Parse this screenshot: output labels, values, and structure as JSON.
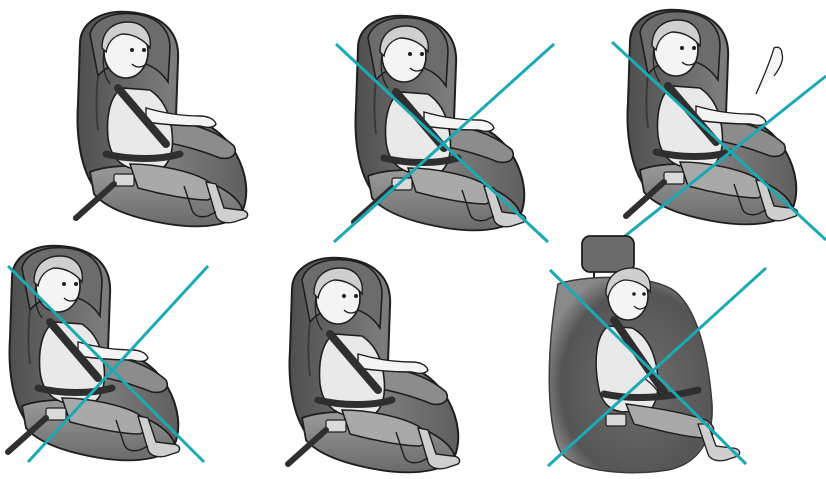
{
  "colors": {
    "background": "#ffffff",
    "seat_dark": "#5b5b5b",
    "seat_mid": "#7a7a7a",
    "seat_light": "#9b9b9b",
    "seat_highlight": "#bdbdbd",
    "belt": "#2f2f2f",
    "skin": "#f4f4f4",
    "hair": "#cfcfcf",
    "shirt": "#e9e9e9",
    "pants": "#a9a9a9",
    "outline": "#1e1e1e",
    "cross_mark": "#1aa9b5"
  },
  "illustrations": [
    {
      "id": "child-seat-correct-belt",
      "seat": "booster-with-back",
      "crossed": false,
      "icon": "check-none"
    },
    {
      "id": "child-seat-belt-under-arm",
      "seat": "booster-with-back",
      "crossed": true,
      "icon": "cross-mark"
    },
    {
      "id": "child-seat-belt-too-loose-arm-raised",
      "seat": "booster-with-back",
      "crossed": true,
      "icon": "cross-mark"
    },
    {
      "id": "child-seat-belt-behind-arm",
      "seat": "booster-with-back",
      "crossed": true,
      "icon": "cross-mark"
    },
    {
      "id": "child-seat-correct-belt-2",
      "seat": "booster-with-back",
      "crossed": false,
      "icon": "check-none"
    },
    {
      "id": "child-vehicle-seat-no-booster",
      "seat": "vehicle-seat",
      "crossed": true,
      "icon": "cross-mark"
    }
  ]
}
